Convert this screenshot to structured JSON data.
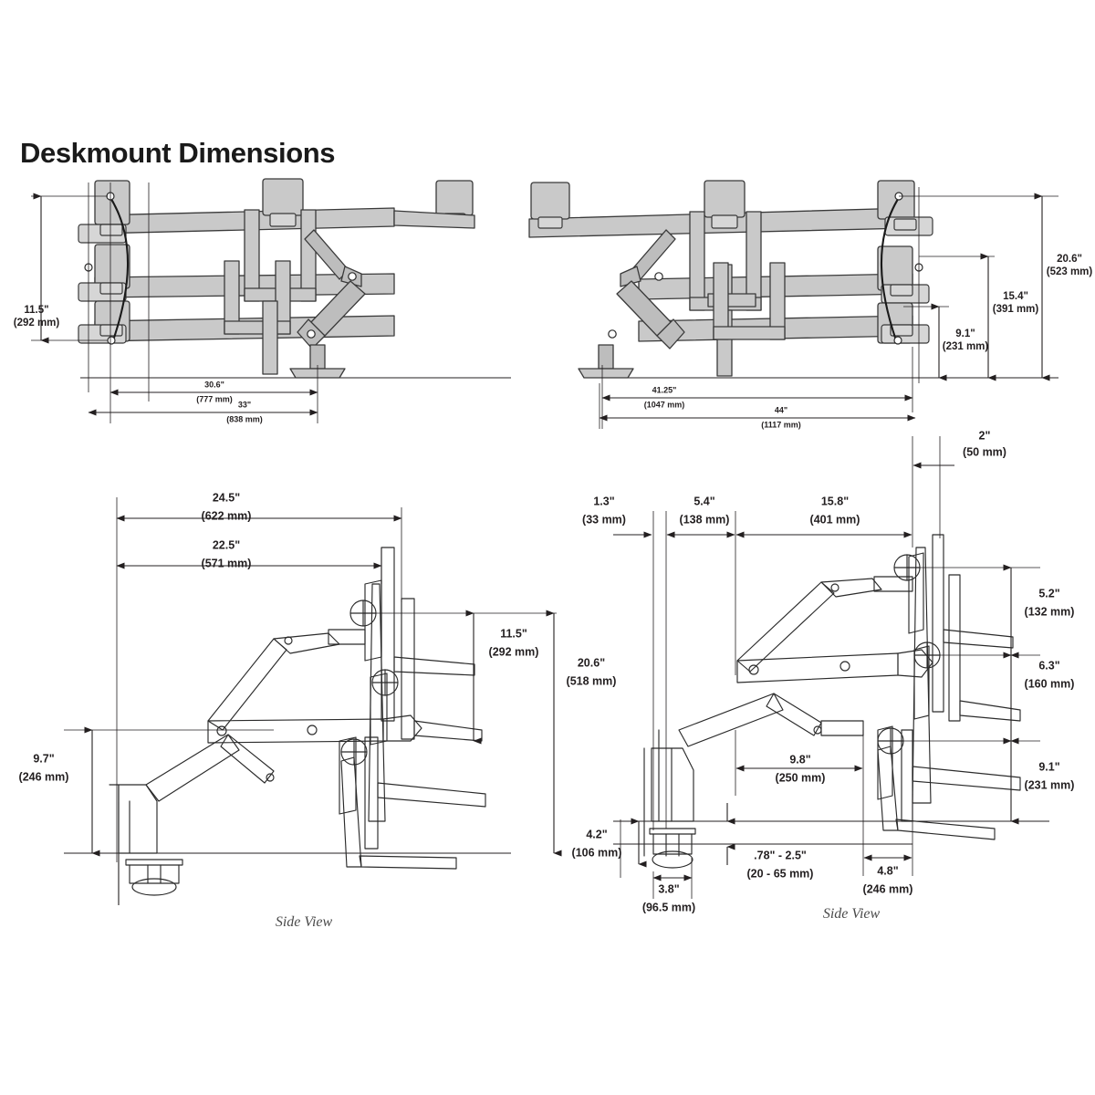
{
  "page": {
    "title": "Deskmount Dimensions",
    "background_color": "#ffffff",
    "line_color": "#231f20",
    "fill_color": "#c9c9c9"
  },
  "views": [
    {
      "id": "top-left-front-view",
      "caption": ""
    },
    {
      "id": "top-right-front-view",
      "caption": ""
    },
    {
      "id": "bottom-left-side-view",
      "caption": "Side View"
    },
    {
      "id": "bottom-right-side-view",
      "caption": "Side View"
    }
  ],
  "captions": {
    "side_view_left": "Side View",
    "side_view_right": "Side View"
  },
  "dimensions": {
    "tl_height_115_in": "11.5\"",
    "tl_height_115_mm": "(292 mm)",
    "tl_width_306_in": "30.6\"",
    "tl_width_306_mm": "(777 mm)",
    "tl_width_33_in": "33\"",
    "tl_width_33_mm": "(838 mm)",
    "tr_height_206_in": "20.6\"",
    "tr_height_206_mm": "(523 mm)",
    "tr_height_154_in": "15.4\"",
    "tr_height_154_mm": "(391 mm)",
    "tr_height_91_in": "9.1\"",
    "tr_height_91_mm": "(231 mm)",
    "tr_width_4125_in": "41.25\"",
    "tr_width_4125_mm": "(1047 mm)",
    "tr_width_44_in": "44\"",
    "tr_width_44_mm": "(1117 mm)",
    "bl_width_245_in": "24.5\"",
    "bl_width_245_mm": "(622 mm)",
    "bl_width_225_in": "22.5\"",
    "bl_width_225_mm": "(571 mm)",
    "bl_height_115_in": "11.5\"",
    "bl_height_115_mm": "(292 mm)",
    "bl_height_206_in": "20.6\"",
    "bl_height_206_mm": "(518 mm)",
    "bl_height_97_in": "9.7\"",
    "bl_height_97_mm": "(246 mm)",
    "br_width_13_in": "1.3\"",
    "br_width_13_mm": "(33  mm)",
    "br_width_54_in": "5.4\"",
    "br_width_54_mm": "(138 mm)",
    "br_width_158_in": "15.8\"",
    "br_width_158_mm": "(401 mm)",
    "br_width_2_in": "2\"",
    "br_width_2_mm": "(50 mm)",
    "br_height_52_in": "5.2\"",
    "br_height_52_mm": "(132 mm)",
    "br_height_63_in": "6.3\"",
    "br_height_63_mm": "(160 mm)",
    "br_height_91_in": "9.1\"",
    "br_height_91_mm": "(231 mm)",
    "br_width_98_in": "9.8\"",
    "br_width_98_mm": "(250 mm)",
    "br_height_42_in": "4.2\"",
    "br_height_42_mm": "(106 mm)",
    "br_width_38_in": "3.8\"",
    "br_width_38_mm": "(96.5 mm)",
    "br_thickness_in": ".78\" - 2.5\"",
    "br_thickness_mm": "(20 - 65 mm)",
    "br_width_48_in": "4.8\"",
    "br_width_48_mm": "(246 mm)"
  }
}
